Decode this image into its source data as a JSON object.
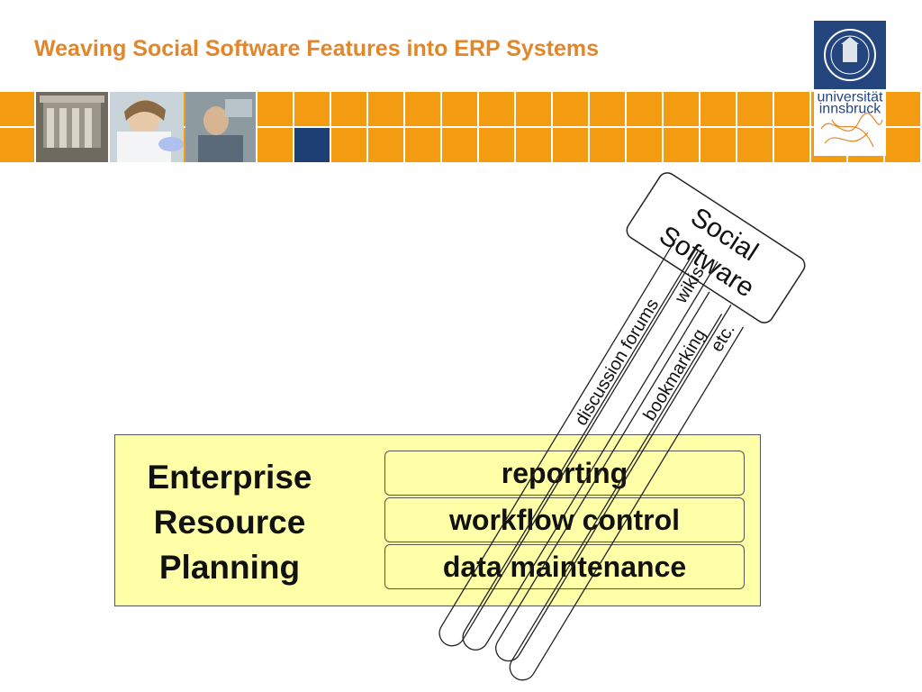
{
  "header": {
    "title": "Weaving Social Software Features into ERP Systems",
    "accent_color": "#E2862A",
    "banner_color": "#F39C12",
    "highlight_tile_color": "#1E3F73"
  },
  "logo": {
    "text_line1": "universität",
    "text_line2": "innsbruck"
  },
  "erp": {
    "title_line1": "Enterprise",
    "title_line2": "Resource",
    "title_line3": "Planning",
    "features": [
      "reporting",
      "workflow control",
      "data maintenance"
    ]
  },
  "social": {
    "title_line1": "Social",
    "title_line2": "Software",
    "strands": [
      "discussion forums",
      "wikis",
      "bookmarking",
      "etc."
    ]
  }
}
